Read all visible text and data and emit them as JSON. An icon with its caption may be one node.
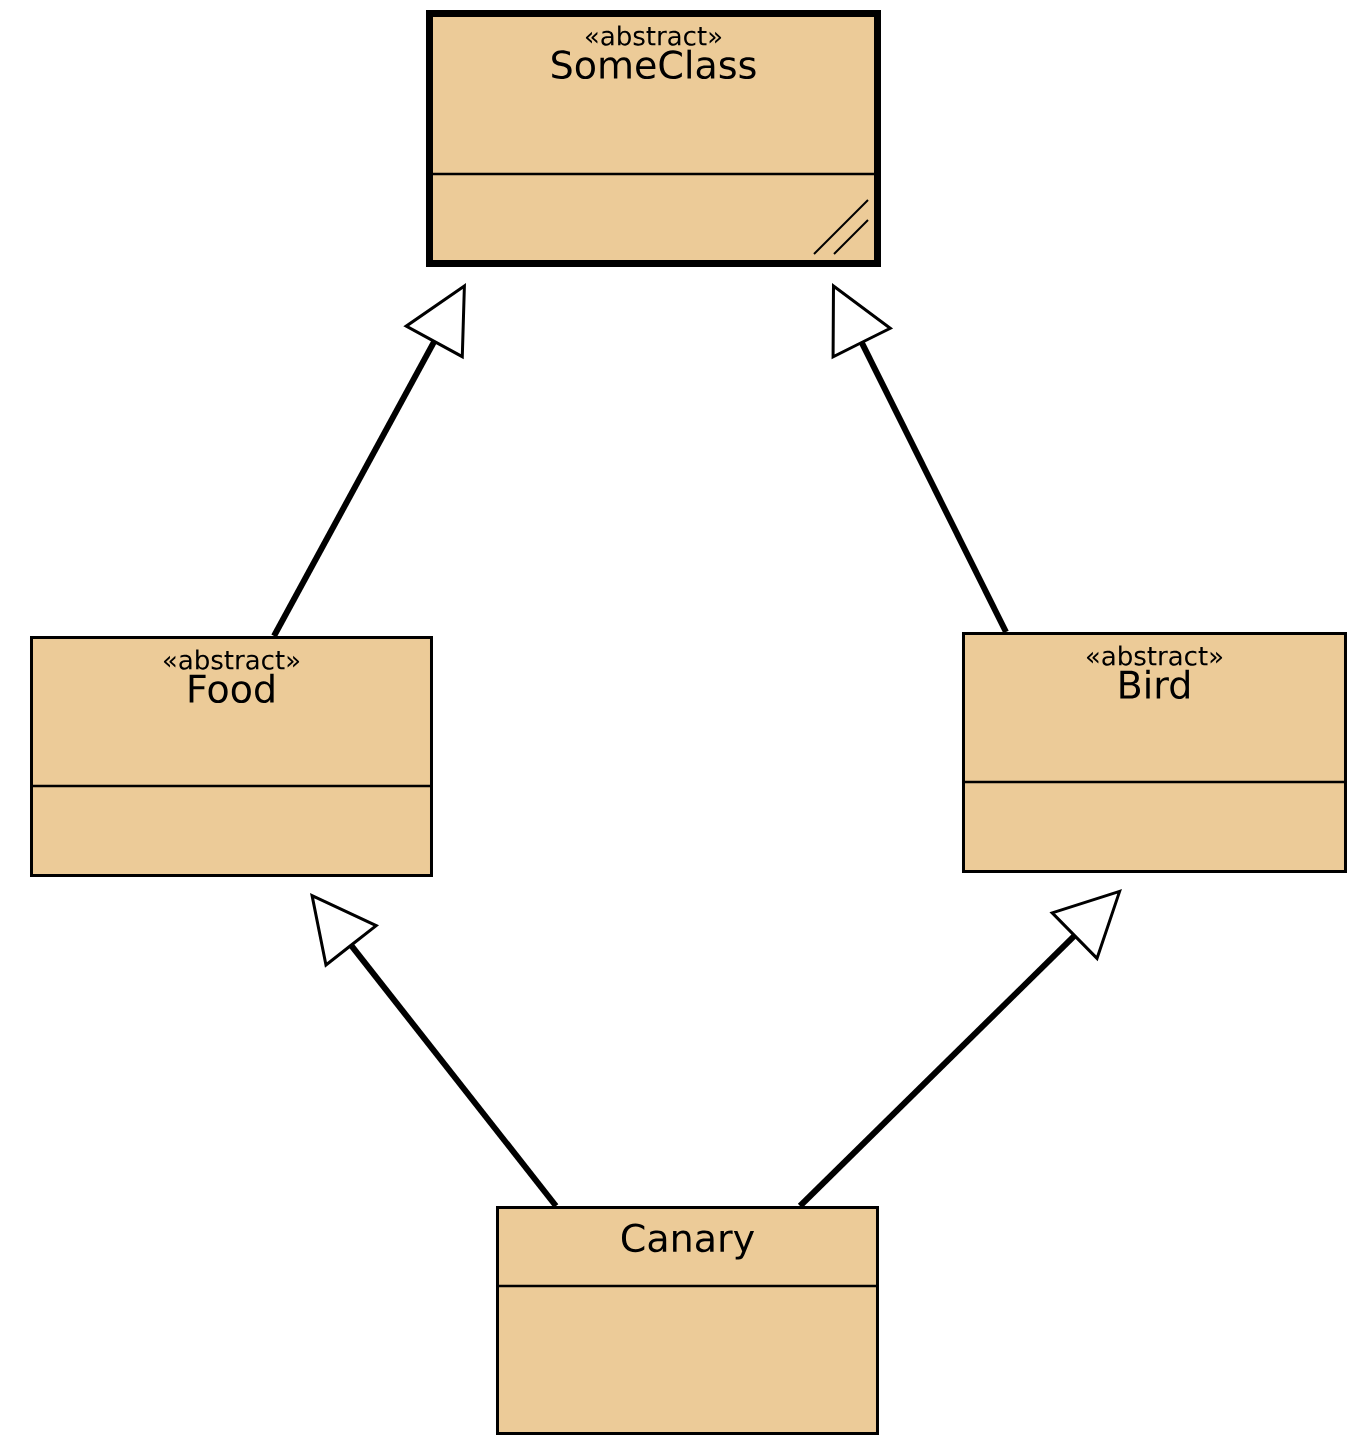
{
  "diagram": {
    "nodes": [
      {
        "text": [
          "«abstract»",
          "SomeClass"
        ]
      },
      {
        "text": [
          "«abstract»",
          "Food"
        ]
      },
      {
        "text": [
          "«abstract»",
          "Bird"
        ]
      },
      {
        "text": [
          "Canary"
        ]
      }
    ],
    "edges": [
      {
        "from": 1,
        "to": 0,
        "arrow": "to"
      },
      {
        "from": 2,
        "to": 0,
        "arrow": "to"
      },
      {
        "from": 3,
        "to": 1,
        "arrow": "to"
      },
      {
        "from": 3,
        "to": 2,
        "arrow": "to"
      }
    ]
  }
}
